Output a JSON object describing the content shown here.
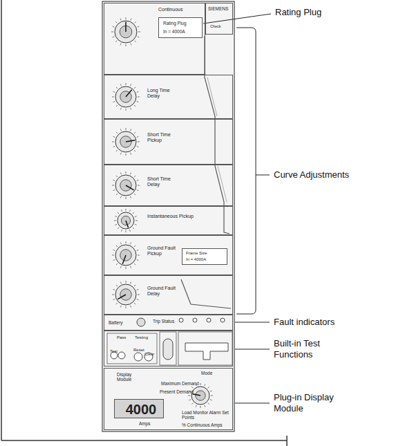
{
  "diagram": {
    "nodes": [
      {
        "text": [
          "Continuous"
        ]
      },
      {
        "text": [
          "Rating Plug",
          "In = 4000A"
        ],
        "in": 0
      },
      {
        "text": [
          "SIEMENS",
          "Check"
        ]
      },
      {
        "text": [
          "Long Time Delay"
        ]
      },
      {
        "text": [
          "Short Time Pickup"
        ]
      },
      {
        "text": [
          "Short Time Delay"
        ]
      },
      {
        "text": [
          "Instantaneous Pickup"
        ]
      },
      {
        "text": [
          "Ground Fault Pickup"
        ]
      },
      {
        "text": [
          "Frame Size",
          "In = 4000A"
        ],
        "in": 7
      },
      {
        "text": [
          "Ground Fault Delay"
        ]
      },
      {
        "text": [
          "Battery",
          "Trip Status"
        ]
      },
      {
        "text": [
          "Pass",
          "Testing",
          "Test",
          "Reset",
          "Clear"
        ]
      },
      {
        "text": [
          "Display Module",
          "Mode",
          "Maximum Demand",
          "Present Demand",
          "Amps",
          "Load Monitor Alarm Set Points",
          "% Continuous Amps"
        ]
      },
      {
        "text": [
          "4000"
        ],
        "in": 12
      }
    ],
    "labels": [
      "Rating Plug",
      "Curve Adjustments",
      "Fault indicators",
      "Built-in Test Functions",
      "Plug-in Display Module"
    ]
  }
}
